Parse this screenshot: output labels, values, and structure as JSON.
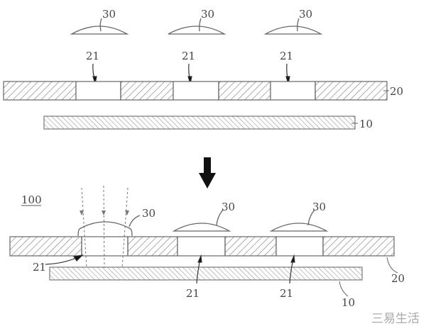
{
  "labels": {
    "lens": "30",
    "hole": "21",
    "layer_top": "20",
    "layer_bottom": "10",
    "assembly": "100"
  },
  "watermark": "三易生活",
  "colors": {
    "line": "#555555",
    "hatch": "#777777"
  }
}
